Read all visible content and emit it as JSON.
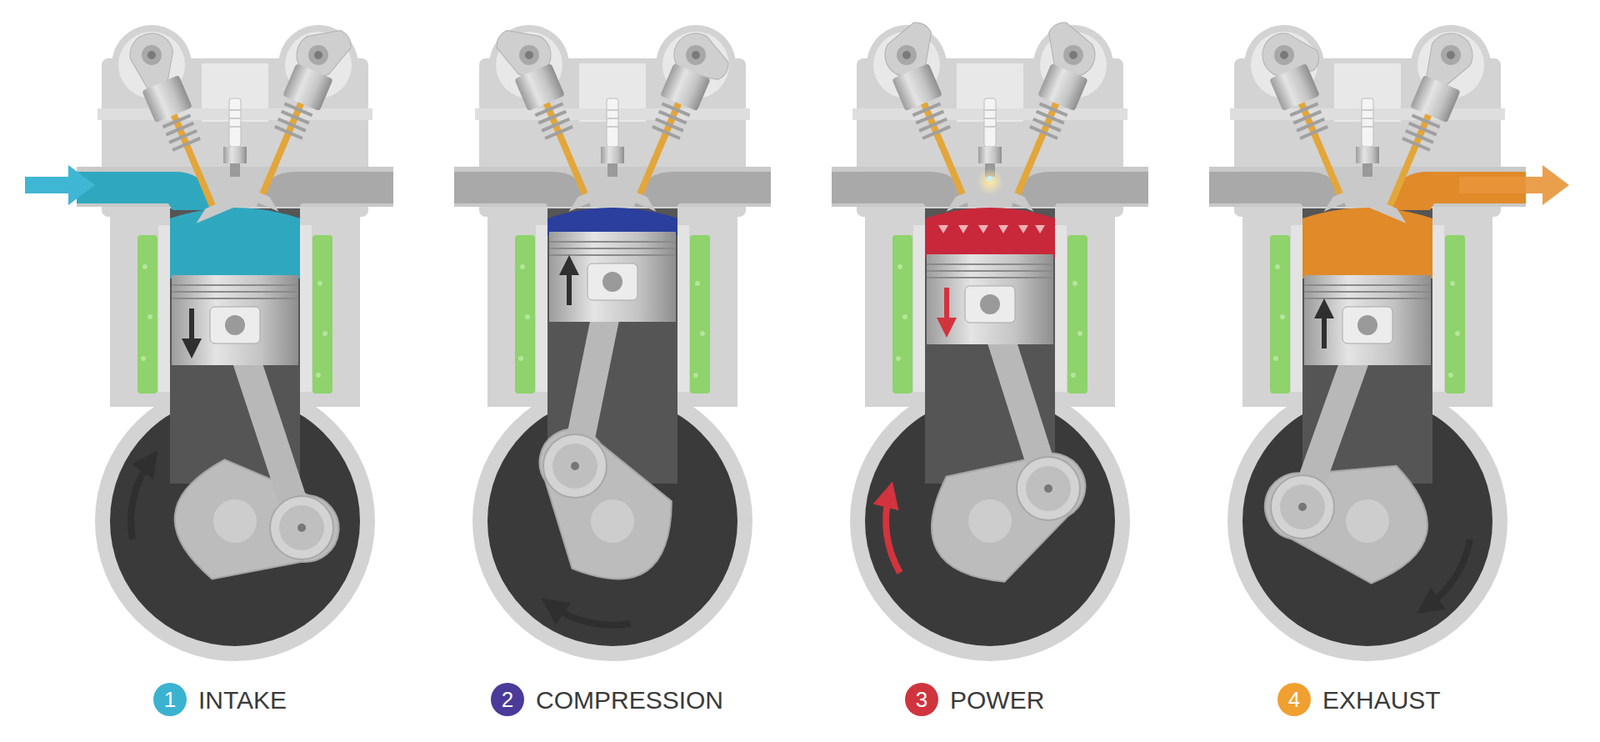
{
  "diagram": {
    "nodes": [
      {
        "text": [
          "1"
        ]
      },
      {
        "text": [
          "2"
        ]
      },
      {
        "text": [
          "3"
        ]
      },
      {
        "text": [
          "4"
        ]
      }
    ],
    "labels": [
      "INTAKE",
      "COMPRESSION",
      "POWER",
      "EXHAUST"
    ]
  }
}
